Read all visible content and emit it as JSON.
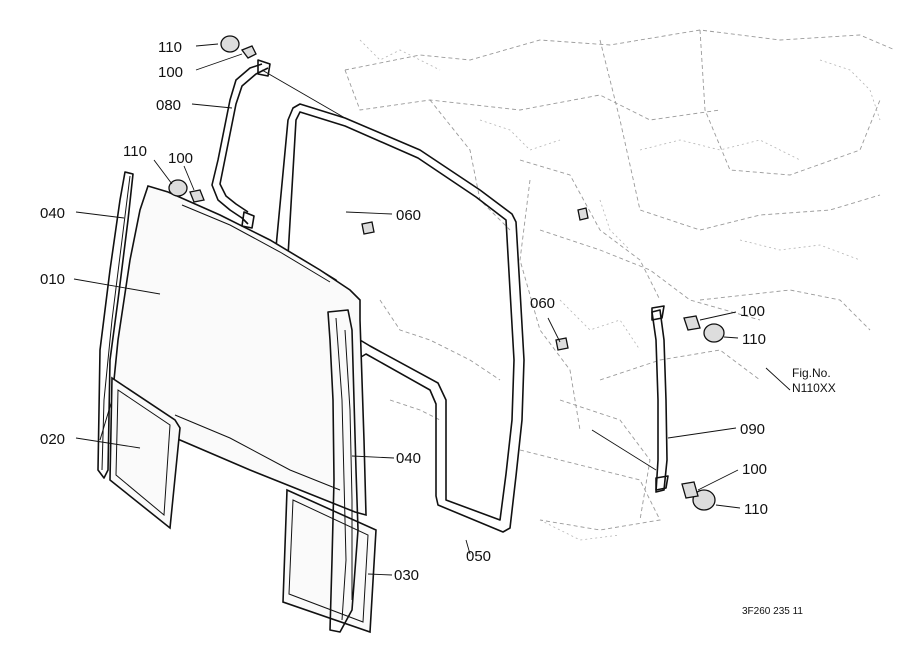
{
  "callouts": {
    "c110_top": "110",
    "c100_top": "100",
    "c080": "080",
    "c110_left": "110",
    "c100_left": "100",
    "c040_left": "040",
    "c010": "010",
    "c060_upper": "060",
    "c060_lower": "060",
    "c020": "020",
    "c040_right": "040",
    "c030": "030",
    "c050": "050",
    "c100_right_upper": "100",
    "c110_right_upper": "110",
    "c090": "090",
    "c100_right_lower": "100",
    "c110_right_lower": "110"
  },
  "figure": {
    "fig_label": "Fig.No.",
    "fig_number": "N110XX",
    "drawing_code": "3F260 235 11"
  }
}
